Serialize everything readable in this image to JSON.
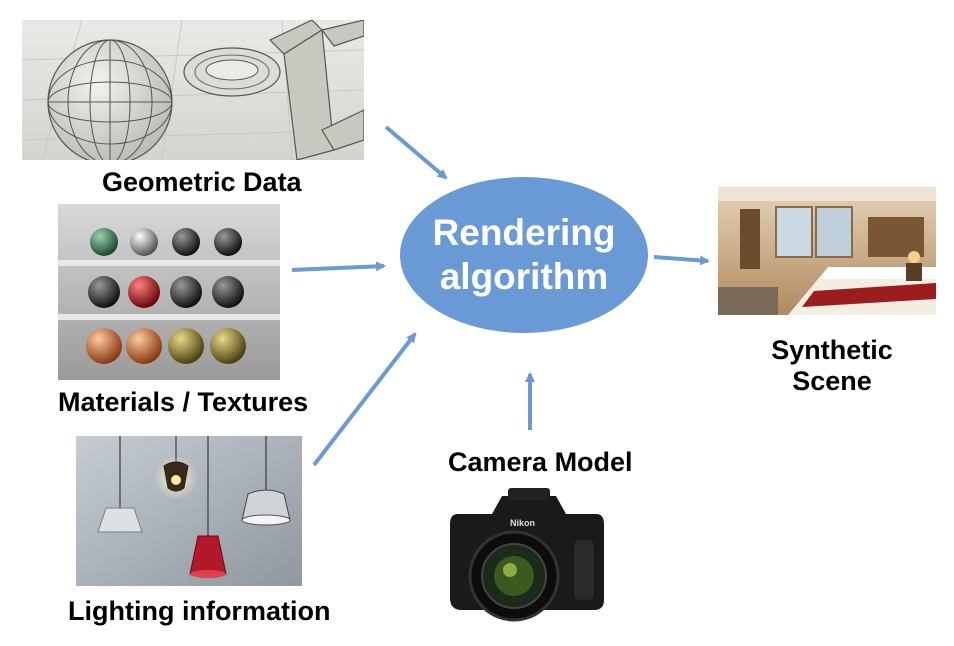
{
  "diagram": {
    "center_node": {
      "line1": "Rendering",
      "line2": "algorithm",
      "fill": "#6a9ad6"
    },
    "inputs": {
      "geometric": {
        "label": "Geometric Data"
      },
      "materials": {
        "label": "Materials / Textures"
      },
      "lighting": {
        "label": "Lighting information"
      },
      "camera": {
        "label": "Camera Model"
      }
    },
    "output": {
      "line1": "Synthetic",
      "line2": "Scene"
    },
    "arrow_color": "#6a9ad6"
  }
}
